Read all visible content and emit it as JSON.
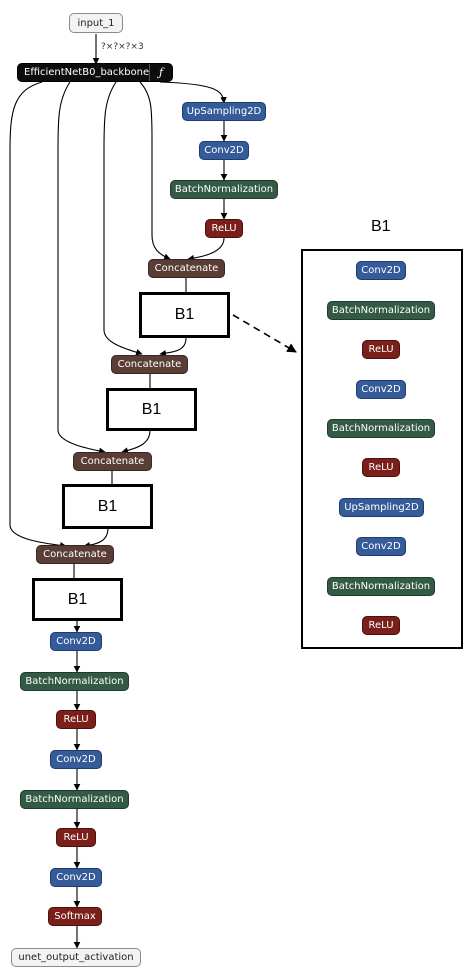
{
  "main": {
    "input": "input_1",
    "input_shape": "?×?×?×3",
    "backbone": "EfficientNetB0_backbone",
    "backbone_fn": "ƒ",
    "upsampling": "UpSampling2D",
    "conv2d": "Conv2D",
    "batchnorm": "BatchNormalization",
    "relu": "ReLU",
    "concatenate": "Concatenate",
    "block": "B1",
    "softmax": "Softmax",
    "output": "unet_output_activation"
  },
  "panel": {
    "title": "B1",
    "layers": [
      "Conv2D",
      "BatchNormalization",
      "ReLU",
      "Conv2D",
      "BatchNormalization",
      "ReLU",
      "UpSampling2D",
      "Conv2D",
      "BatchNormalization",
      "ReLU"
    ]
  }
}
